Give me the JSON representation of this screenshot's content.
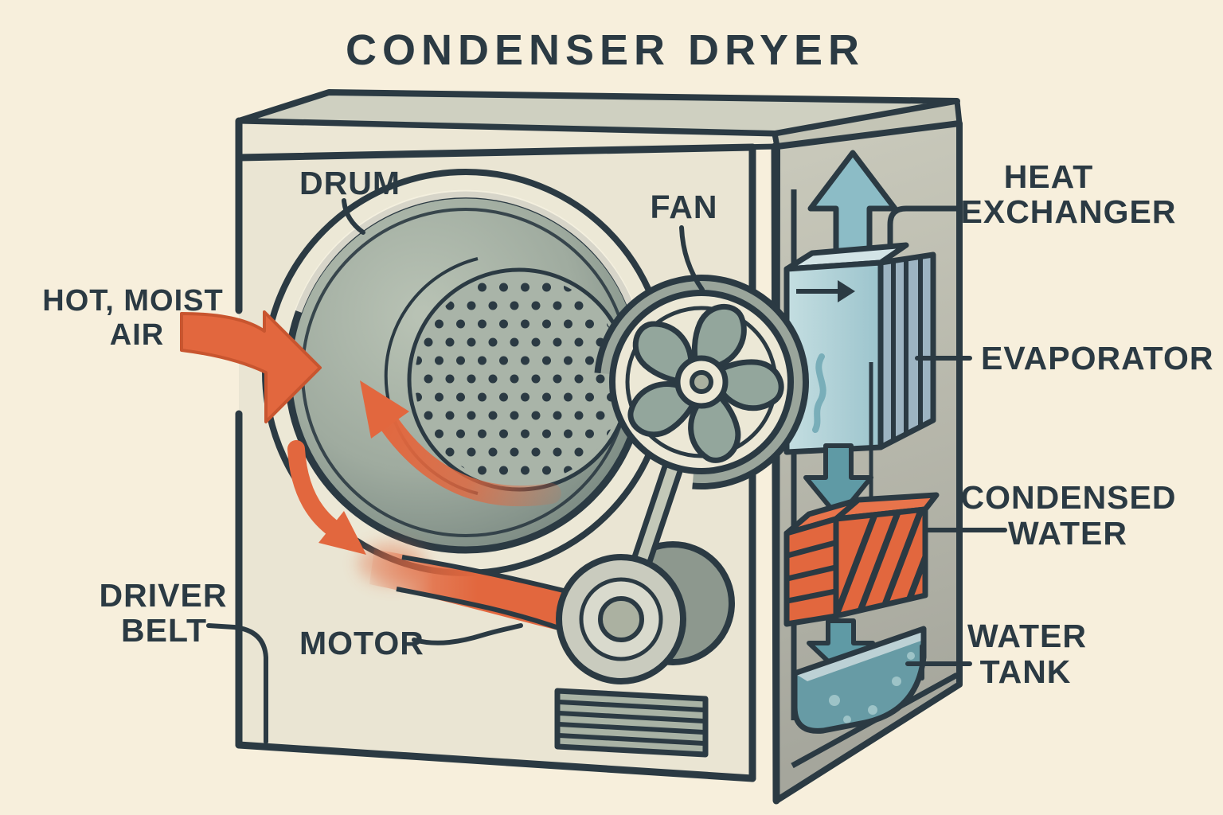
{
  "title": "CONDENSER DRYER",
  "labels": {
    "hot_moist_air": [
      "HOT, MOIST",
      "AIR"
    ],
    "drum": "DRUM",
    "fan": "FAN",
    "heat_exchanger": [
      "HEAT",
      "EXCHANGER"
    ],
    "evaporator": "EVAPORATOR",
    "condensed_water": [
      "CONDENSED",
      "WATER"
    ],
    "water_tank": [
      "WATER",
      "TANK"
    ],
    "driver_belt": [
      "DRIVER",
      "BELT"
    ],
    "motor": "MOTOR"
  },
  "colors": {
    "background": "#f7efdc",
    "ink_outline": "#2b3a43",
    "hot_air_orange": "#e2673e",
    "cool_water_teal": "#5f9aa5",
    "machine_front": "#eae5d3",
    "side_panel_gray": "#b4b4aa",
    "evaporator_blue": "#b0d0d6",
    "drum_gray_green": "#9fab9f"
  }
}
